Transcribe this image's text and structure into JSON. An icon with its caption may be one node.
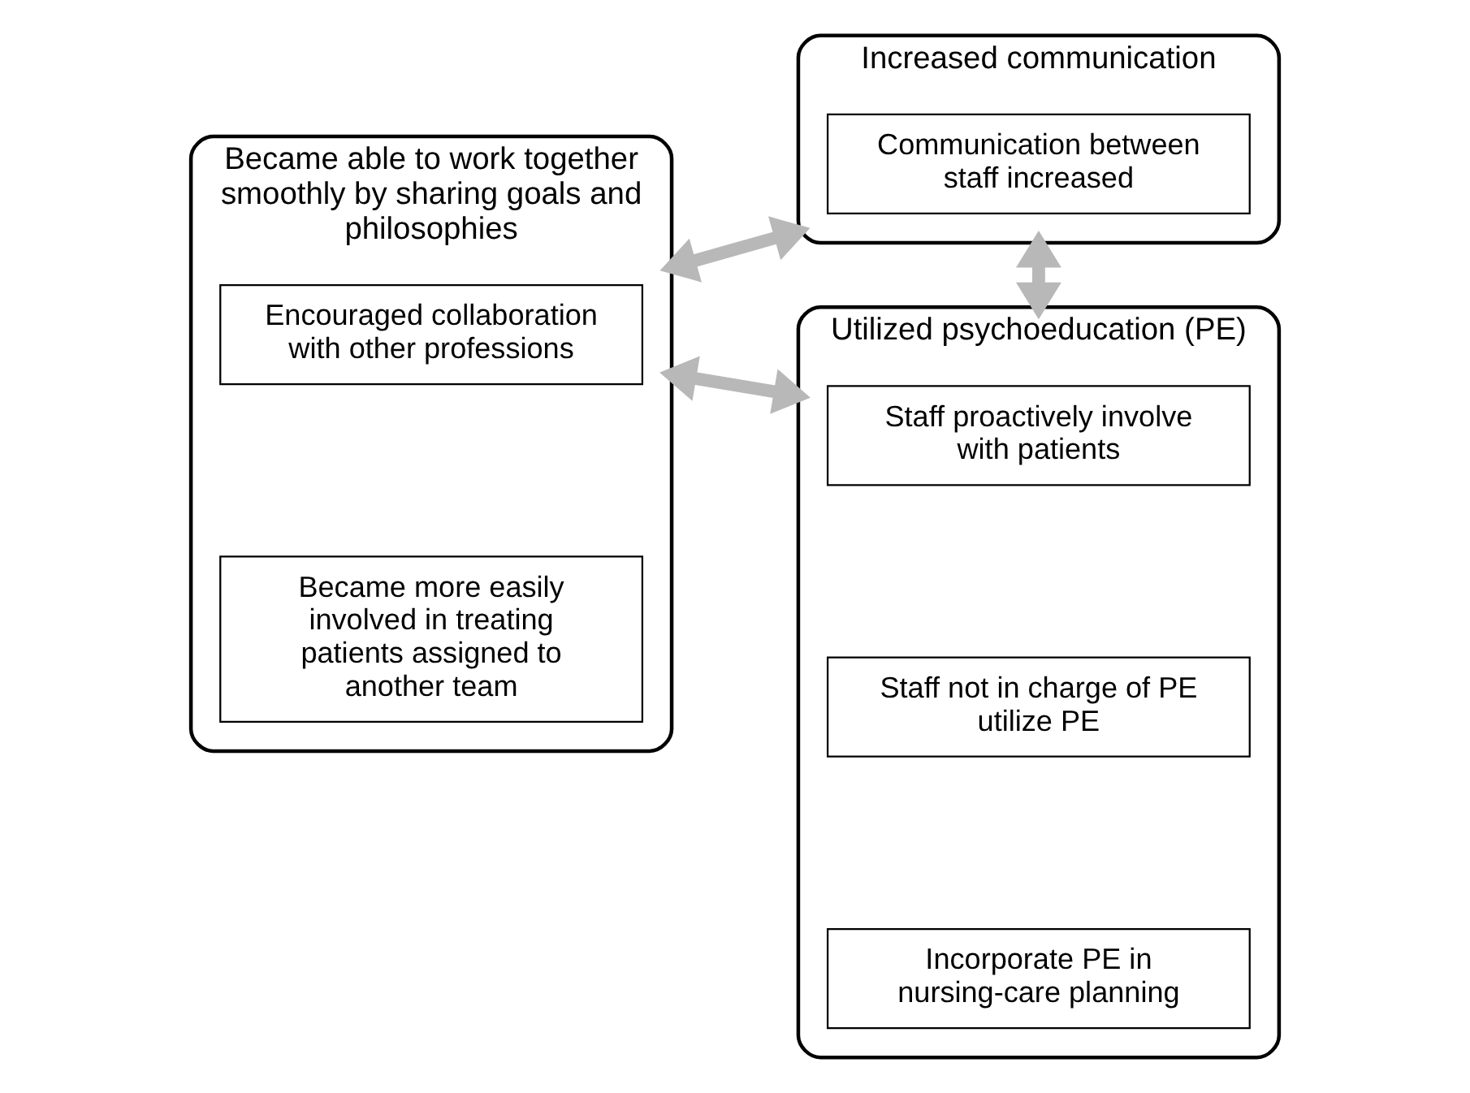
{
  "diagram": {
    "nodes": [
      {
        "text": [
          "Became able to work together smoothly by sharing goals and philosophies"
        ]
      },
      {
        "text": [
          "Encouraged collaboration with other professions"
        ],
        "in": 0
      },
      {
        "text": [
          "Became more easily involved in treating patients assigned to another team"
        ],
        "in": 0
      },
      {
        "text": [
          "Increased communication"
        ]
      },
      {
        "text": [
          "Communication between staff increased"
        ],
        "in": 3
      },
      {
        "text": [
          "Utilized psychoeducation (PE)"
        ]
      },
      {
        "text": [
          "Staff proactively involve with patients"
        ],
        "in": 5
      },
      {
        "text": [
          "Staff not in charge of PE utilize PE"
        ],
        "in": 5
      },
      {
        "text": [
          "Incorporate PE in nursing-care planning"
        ],
        "in": 5
      }
    ],
    "edges": [
      {
        "from": 0,
        "to": 3,
        "arrow": "both"
      },
      {
        "from": 3,
        "to": 5,
        "arrow": "both"
      },
      {
        "from": 0,
        "to": 5,
        "arrow": "both"
      }
    ]
  }
}
